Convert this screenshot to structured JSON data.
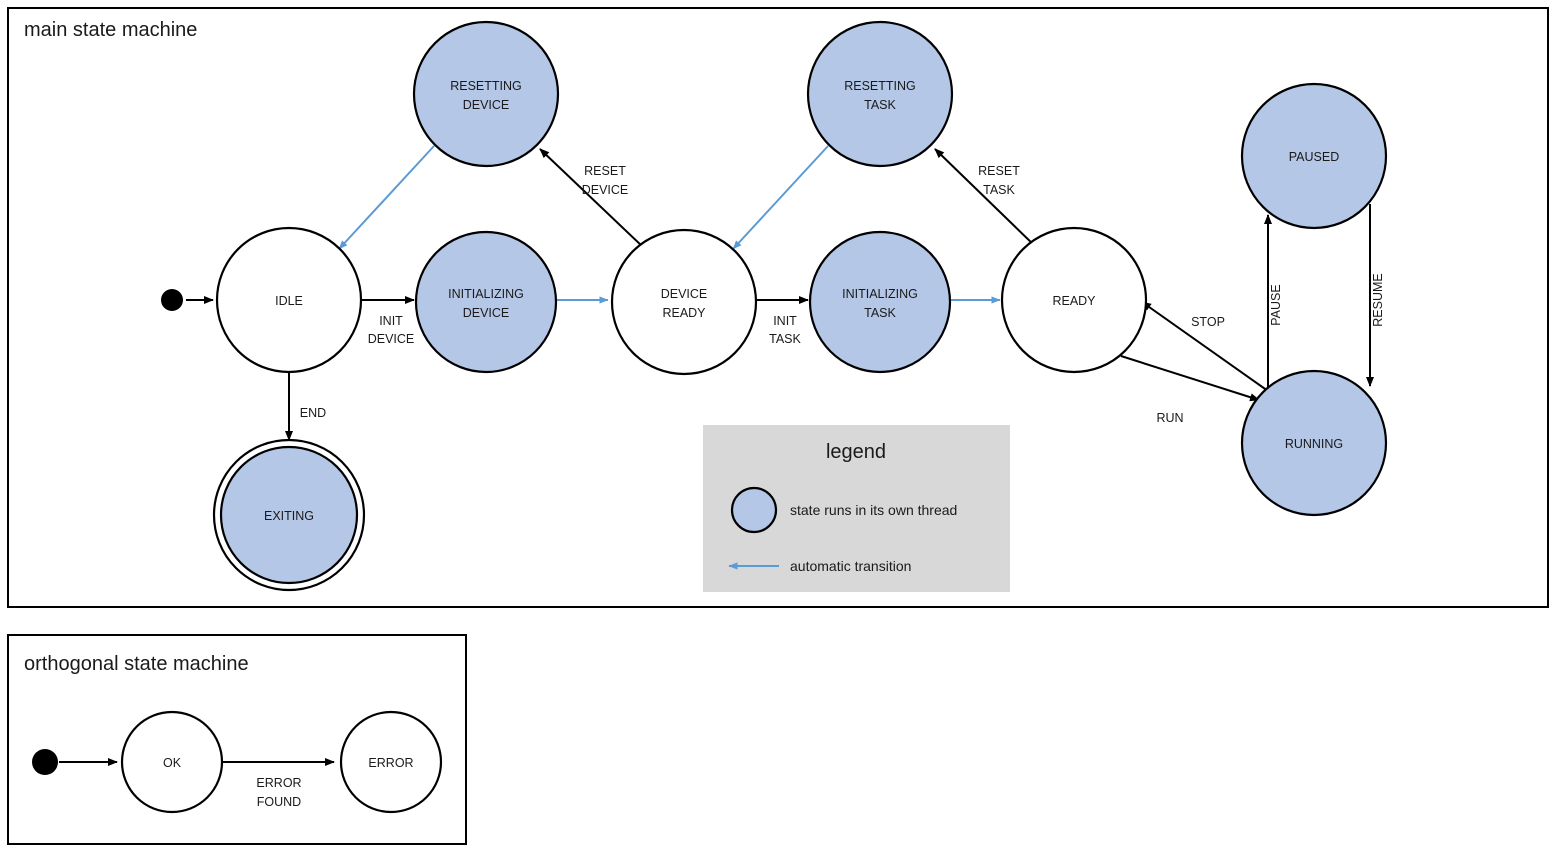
{
  "colors": {
    "thread_state_fill": "#b4c7e7",
    "plain_state_fill": "#ffffff",
    "stroke": "#000000",
    "auto_transition": "#5b9bd5",
    "legend_background": "#d8d8d8"
  },
  "main_frame": {
    "title": "main state machine"
  },
  "orthogonal_frame": {
    "title": "orthogonal state machine"
  },
  "states": {
    "idle": "IDLE",
    "resetting_device": "RESETTING\nDEVICE",
    "resetting_device_line1": "RESETTING",
    "resetting_device_line2": "DEVICE",
    "initializing_device_line1": "INITIALIZING",
    "initializing_device_line2": "DEVICE",
    "device_ready_line1": "DEVICE",
    "device_ready_line2": "READY",
    "resetting_task_line1": "RESETTING",
    "resetting_task_line2": "TASK",
    "initializing_task_line1": "INITIALIZING",
    "initializing_task_line2": "TASK",
    "ready": "READY",
    "paused": "PAUSED",
    "running": "RUNNING",
    "exiting": "EXITING",
    "ok": "OK",
    "error": "ERROR"
  },
  "transitions": {
    "init_device_line1": "INIT",
    "init_device_line2": "DEVICE",
    "reset_device_line1": "RESET",
    "reset_device_line2": "DEVICE",
    "init_task_line1": "INIT",
    "init_task_line2": "TASK",
    "reset_task_line1": "RESET",
    "reset_task_line2": "TASK",
    "end": "END",
    "stop": "STOP",
    "run": "RUN",
    "pause": "PAUSE",
    "resume": "RESUME",
    "error_found_line1": "ERROR",
    "error_found_line2": "FOUND"
  },
  "legend": {
    "title": "legend",
    "thread_text": "state runs in its own thread",
    "auto_text": "automatic transition"
  }
}
